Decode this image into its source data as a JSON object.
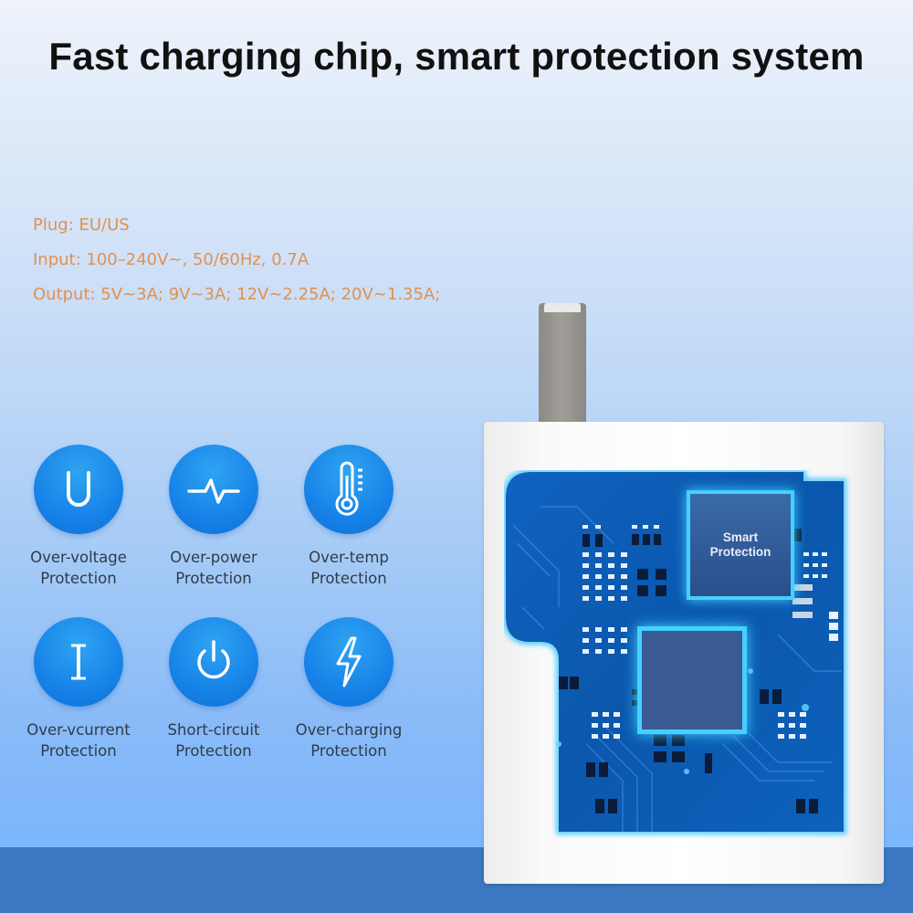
{
  "header": {
    "title": "Fast charging chip, smart protection system"
  },
  "specs": {
    "plug": "Plug: EU/US",
    "input": "Input: 100–240V~, 50/60Hz, 0.7A",
    "output": "Output: 5V~3A; 9V~3A; 12V~2.25A; 20V~1.35A;"
  },
  "features": [
    {
      "icon": "voltage-u-icon",
      "line1": "Over-voltage",
      "line2": "Protection"
    },
    {
      "icon": "pulse-wave-icon",
      "line1": "Over-power",
      "line2": "Protection"
    },
    {
      "icon": "thermometer-icon",
      "line1": "Over-temp",
      "line2": "Protection"
    },
    {
      "icon": "current-i-icon",
      "line1": "Over-vcurrent",
      "line2": "Protection"
    },
    {
      "icon": "power-icon",
      "line1": "Short-circuit",
      "line2": "Protection"
    },
    {
      "icon": "lightning-bolt-icon",
      "line1": "Over-charging",
      "line2": "Protection"
    }
  ],
  "product": {
    "chip_label_line1": "Smart",
    "chip_label_line2": "Protection"
  },
  "colors": {
    "spec_text": "#e0914f",
    "icon_blue": "#1783e8",
    "pcb_blue": "#0b5fb8",
    "chip_glow": "#46d0ff",
    "bottom_band": "#3d78c2"
  }
}
